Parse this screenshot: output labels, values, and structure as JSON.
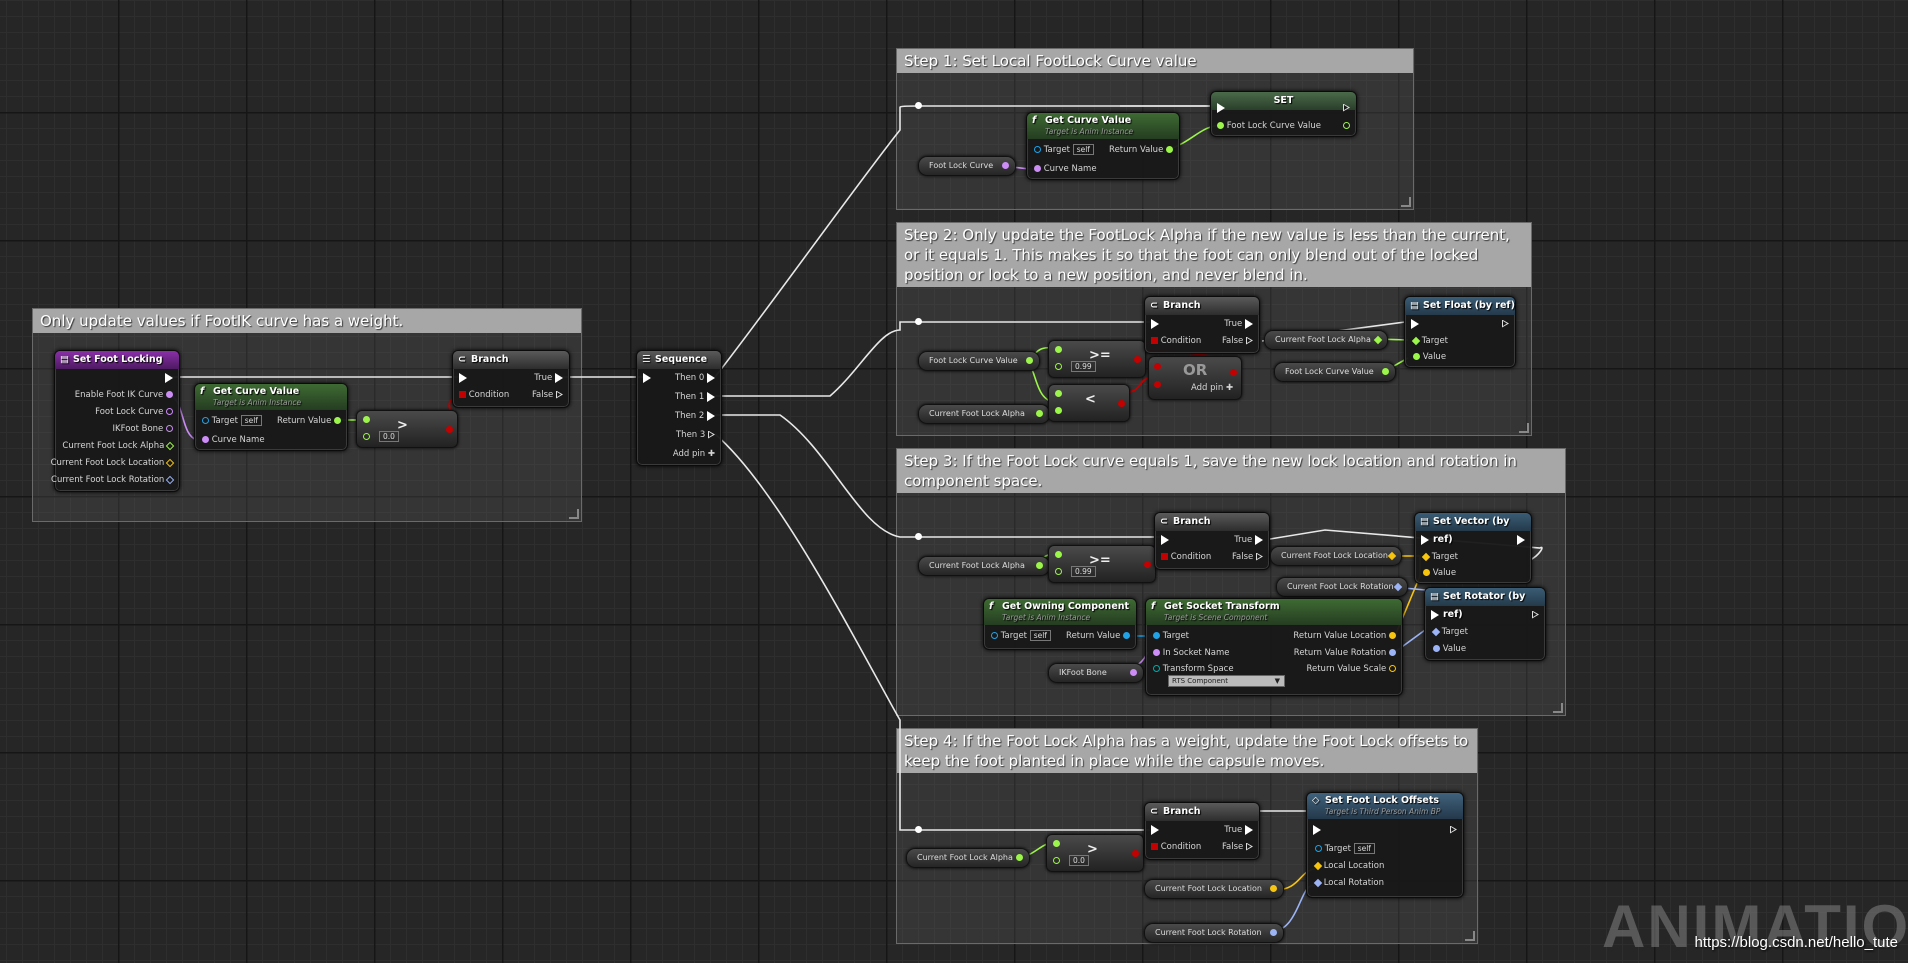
{
  "colors": {
    "exec": "#ffffff",
    "float": "#9cf54a",
    "bool": "#c40000",
    "name": "#cc8df7",
    "object": "#1fa3e8",
    "vector": "#f7c40e",
    "rotator": "#9cb4f5",
    "event": "#8a2fa8",
    "function": "#3e6a33"
  },
  "comments": {
    "c0": "Only update values if FootIK curve has a weight.",
    "c1": "Step 1: Set Local FootLock Curve value",
    "c2": "Step 2: Only update the FootLock Alpha if the new value is less than the current, or it equals 1. This makes it so that the foot can only blend out of the locked position or lock to a new position, and never blend in.",
    "c3": "Step 3: If the Foot Lock curve equals 1, save the new lock location and rotation in component space.",
    "c4": "Step 4: If the Foot Lock Alpha has a weight, update the Foot Lock offsets to keep the foot planted in place while the capsule moves."
  },
  "labels": {
    "branch": "Branch",
    "true": "True",
    "false": "False",
    "condition": "Condition",
    "get_curve_value": "Get Curve Value",
    "target_anim_instance": "Target is Anim Instance",
    "target": "Target",
    "self": "self",
    "return_value": "Return Value",
    "curve_name": "Curve Name",
    "sequence": "Sequence",
    "then0": "Then 0",
    "then1": "Then 1",
    "then2": "Then 2",
    "then3": "Then 3",
    "add_pin": "Add pin",
    "set": "SET",
    "set_float": "Set Float (by ref)",
    "set_vector": "Set Vector (by ref)",
    "set_rotator": "Set Rotator (by ref)",
    "value": "Value",
    "or": "OR",
    "get_owning_component": "Get Owning Component",
    "get_socket_transform": "Get Socket Transform",
    "target_scene_component": "Target is Scene Component",
    "in_socket_name": "In Socket Name",
    "transform_space": "Transform Space",
    "rts_component": "RTS Component",
    "return_value_location": "Return Value Location",
    "return_value_rotation": "Return Value Rotation",
    "return_value_scale": "Return Value Scale",
    "set_foot_lock_offsets": "Set Foot Lock Offsets",
    "target_third_person": "Target is Third Person Anim BP",
    "local_location": "Local Location",
    "local_rotation": "Local Rotation"
  },
  "event": {
    "title": "Set Foot Locking",
    "pins": [
      "Enable Foot IK Curve",
      "Foot Lock Curve",
      "IKFoot Bone",
      "Current Foot Lock Alpha",
      "Current Foot Lock Location",
      "Current Foot Lock Rotation"
    ]
  },
  "vars": {
    "foot_lock_curve": "Foot Lock Curve",
    "foot_lock_curve_value": "Foot Lock Curve Value",
    "current_foot_lock_alpha": "Current Foot Lock Alpha",
    "current_foot_lock_location": "Current Foot Lock Location",
    "current_foot_lock_rotation": "Current Foot Lock Rotation",
    "ikfoot_bone": "IKFoot Bone"
  },
  "ops": {
    "gt": ">",
    "ge": ">=",
    "lt": "<"
  },
  "values": {
    "zero": "0.0",
    "pt99": "0.99"
  },
  "watermark": "ANIMATION",
  "url": "https://blog.csdn.net/hello_tute"
}
